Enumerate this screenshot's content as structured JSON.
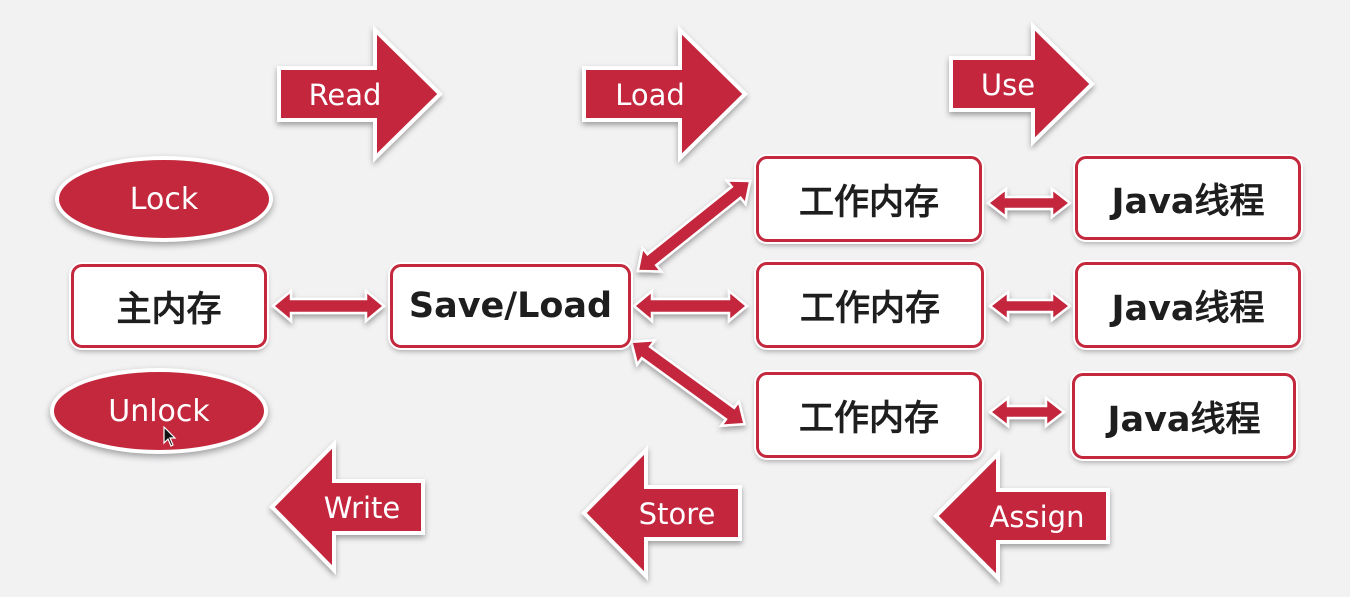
{
  "colors": {
    "accent": "#c3283c",
    "background": "#f2f2f3",
    "box_fill": "#ffffff",
    "text": "#1e1e1e"
  },
  "operations": {
    "read": "Read",
    "load": "Load",
    "use": "Use",
    "write": "Write",
    "store": "Store",
    "assign": "Assign",
    "lock": "Lock",
    "unlock": "Unlock"
  },
  "nodes": {
    "main_memory": "主内存",
    "save_load": "Save/Load",
    "working_memory": [
      "工作内存",
      "工作内存",
      "工作内存"
    ],
    "java_thread": [
      "Java线程",
      "Java线程",
      "Java线程"
    ]
  },
  "icons": {
    "cursor": "mouse-pointer-icon"
  }
}
